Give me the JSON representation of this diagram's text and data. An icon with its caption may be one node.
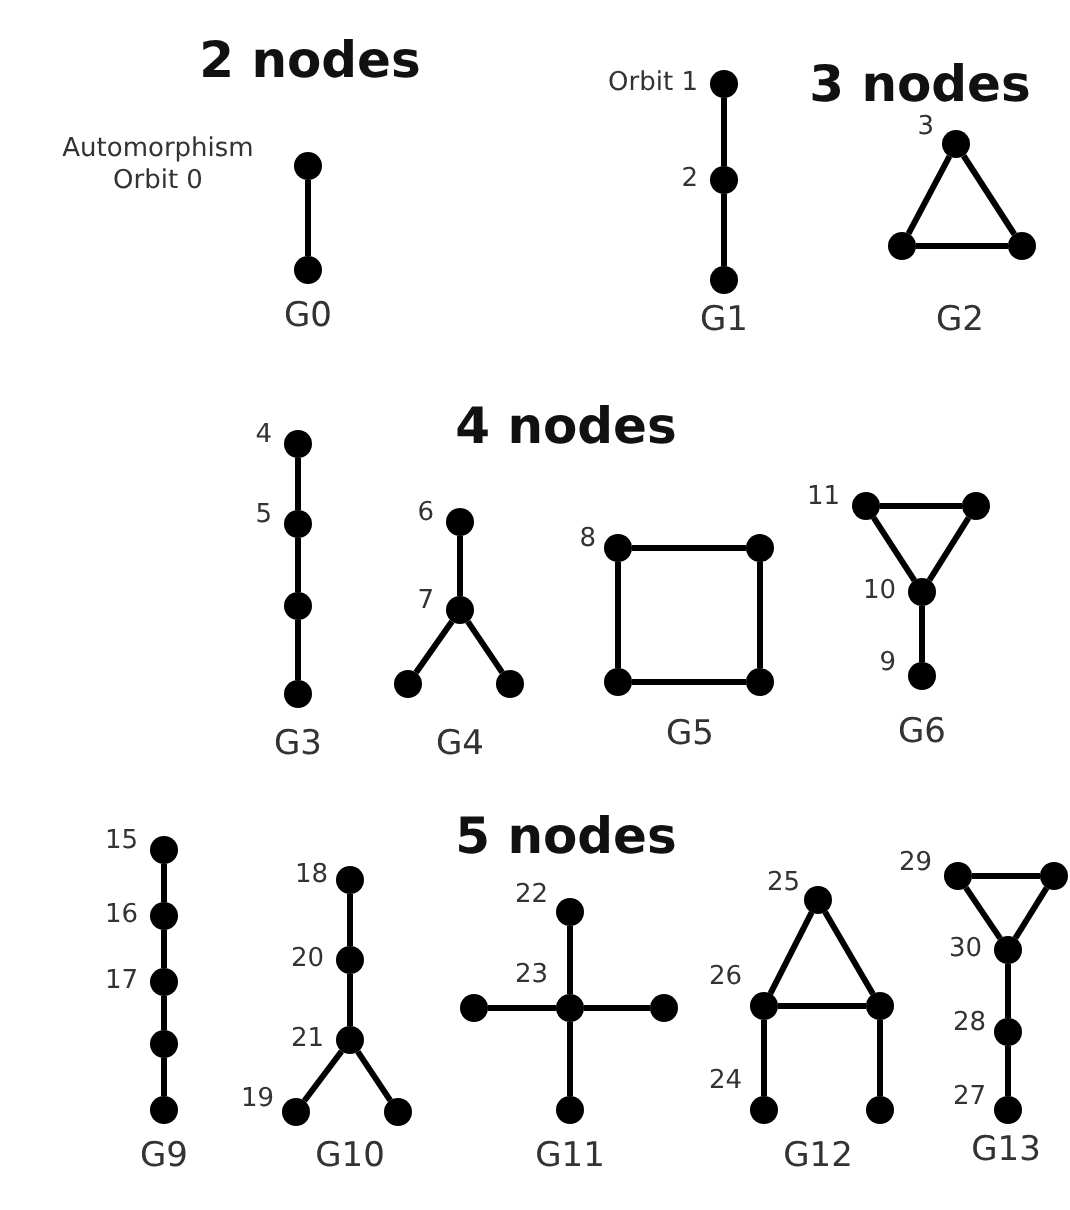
{
  "diagram": {
    "nodes": [
      {
        "text": [],
        "shape": "circle",
        "beside": [
          "Automorphism Orbit 0"
        ]
      },
      {
        "text": [],
        "shape": "circle"
      },
      {
        "text": [],
        "shape": "circle",
        "beside": [
          "Orbit 1"
        ]
      },
      {
        "text": [],
        "shape": "circle",
        "beside": [
          "2"
        ]
      },
      {
        "text": [],
        "shape": "circle"
      },
      {
        "text": [],
        "shape": "circle",
        "beside": [
          "3"
        ]
      },
      {
        "text": [],
        "shape": "circle"
      },
      {
        "text": [],
        "shape": "circle"
      },
      {
        "text": [],
        "shape": "circle",
        "beside": [
          "4"
        ]
      },
      {
        "text": [],
        "shape": "circle",
        "beside": [
          "5"
        ]
      },
      {
        "text": [],
        "shape": "circle"
      },
      {
        "text": [],
        "shape": "circle"
      },
      {
        "text": [],
        "shape": "circle",
        "beside": [
          "6"
        ]
      },
      {
        "text": [],
        "shape": "circle",
        "beside": [
          "7"
        ]
      },
      {
        "text": [],
        "shape": "circle"
      },
      {
        "text": [],
        "shape": "circle"
      },
      {
        "text": [],
        "shape": "circle",
        "beside": [
          "8"
        ]
      },
      {
        "text": [],
        "shape": "circle"
      },
      {
        "text": [],
        "shape": "circle"
      },
      {
        "text": [],
        "shape": "circle"
      },
      {
        "text": [],
        "shape": "circle",
        "beside": [
          "11"
        ]
      },
      {
        "text": [],
        "shape": "circle"
      },
      {
        "text": [],
        "shape": "circle",
        "beside": [
          "10"
        ]
      },
      {
        "text": [],
        "shape": "circle",
        "beside": [
          "9"
        ]
      },
      {
        "text": [],
        "shape": "circle",
        "beside": [
          "15"
        ]
      },
      {
        "text": [],
        "shape": "circle",
        "beside": [
          "16"
        ]
      },
      {
        "text": [],
        "shape": "circle",
        "beside": [
          "17"
        ]
      },
      {
        "text": [],
        "shape": "circle"
      },
      {
        "text": [],
        "shape": "circle"
      },
      {
        "text": [],
        "shape": "circle",
        "beside": [
          "18"
        ]
      },
      {
        "text": [],
        "shape": "circle",
        "beside": [
          "20"
        ]
      },
      {
        "text": [],
        "shape": "circle",
        "beside": [
          "21"
        ]
      },
      {
        "text": [],
        "shape": "circle",
        "beside": [
          "19"
        ]
      },
      {
        "text": [],
        "shape": "circle"
      },
      {
        "text": [],
        "shape": "circle",
        "beside": [
          "22"
        ]
      },
      {
        "text": [],
        "shape": "circle"
      },
      {
        "text": [],
        "shape": "circle",
        "beside": [
          "23"
        ]
      },
      {
        "text": [],
        "shape": "circle"
      },
      {
        "text": [],
        "shape": "circle"
      },
      {
        "text": [],
        "shape": "circle",
        "beside": [
          "25"
        ]
      },
      {
        "text": [],
        "shape": "circle",
        "beside": [
          "26"
        ]
      },
      {
        "text": [],
        "shape": "circle"
      },
      {
        "text": [],
        "shape": "circle",
        "beside": [
          "24"
        ]
      },
      {
        "text": [],
        "shape": "circle"
      },
      {
        "text": [],
        "shape": "circle",
        "beside": [
          "29"
        ]
      },
      {
        "text": [],
        "shape": "circle"
      },
      {
        "text": [],
        "shape": "circle",
        "beside": [
          "30"
        ]
      },
      {
        "text": [],
        "shape": "circle",
        "beside": [
          "28"
        ]
      },
      {
        "text": [],
        "shape": "circle",
        "beside": [
          "27"
        ]
      }
    ],
    "edges": [
      {
        "from": 0,
        "to": 1,
        "arrow": "none"
      },
      {
        "from": 2,
        "to": 3,
        "arrow": "none"
      },
      {
        "from": 3,
        "to": 4,
        "arrow": "none"
      },
      {
        "from": 5,
        "to": 6,
        "arrow": "none"
      },
      {
        "from": 5,
        "to": 7,
        "arrow": "none"
      },
      {
        "from": 6,
        "to": 7,
        "arrow": "none"
      },
      {
        "from": 8,
        "to": 9,
        "arrow": "none"
      },
      {
        "from": 9,
        "to": 10,
        "arrow": "none"
      },
      {
        "from": 10,
        "to": 11,
        "arrow": "none"
      },
      {
        "from": 12,
        "to": 13,
        "arrow": "none"
      },
      {
        "from": 13,
        "to": 14,
        "arrow": "none"
      },
      {
        "from": 13,
        "to": 15,
        "arrow": "none"
      },
      {
        "from": 16,
        "to": 17,
        "arrow": "none"
      },
      {
        "from": 17,
        "to": 19,
        "arrow": "none"
      },
      {
        "from": 19,
        "to": 18,
        "arrow": "none"
      },
      {
        "from": 18,
        "to": 16,
        "arrow": "none"
      },
      {
        "from": 20,
        "to": 21,
        "arrow": "none"
      },
      {
        "from": 20,
        "to": 22,
        "arrow": "none"
      },
      {
        "from": 21,
        "to": 22,
        "arrow": "none"
      },
      {
        "from": 22,
        "to": 23,
        "arrow": "none"
      },
      {
        "from": 24,
        "to": 25,
        "arrow": "none"
      },
      {
        "from": 25,
        "to": 26,
        "arrow": "none"
      },
      {
        "from": 26,
        "to": 27,
        "arrow": "none"
      },
      {
        "from": 27,
        "to": 28,
        "arrow": "none"
      },
      {
        "from": 29,
        "to": 30,
        "arrow": "none"
      },
      {
        "from": 30,
        "to": 31,
        "arrow": "none"
      },
      {
        "from": 31,
        "to": 32,
        "arrow": "none"
      },
      {
        "from": 31,
        "to": 33,
        "arrow": "none"
      },
      {
        "from": 34,
        "to": 36,
        "arrow": "none"
      },
      {
        "from": 35,
        "to": 36,
        "arrow": "none"
      },
      {
        "from": 36,
        "to": 37,
        "arrow": "none"
      },
      {
        "from": 36,
        "to": 38,
        "arrow": "none"
      },
      {
        "from": 39,
        "to": 40,
        "arrow": "none"
      },
      {
        "from": 39,
        "to": 41,
        "arrow": "none"
      },
      {
        "from": 40,
        "to": 41,
        "arrow": "none"
      },
      {
        "from": 40,
        "to": 42,
        "arrow": "none"
      },
      {
        "from": 41,
        "to": 43,
        "arrow": "none"
      },
      {
        "from": 44,
        "to": 45,
        "arrow": "none"
      },
      {
        "from": 44,
        "to": 46,
        "arrow": "none"
      },
      {
        "from": 45,
        "to": 46,
        "arrow": "none"
      },
      {
        "from": 46,
        "to": 47,
        "arrow": "none"
      },
      {
        "from": 47,
        "to": 48,
        "arrow": "none"
      }
    ],
    "labels": [
      "2 nodes",
      "3 nodes",
      "G0",
      "G1",
      "G2",
      "4 nodes",
      "G3",
      "G4",
      "G5",
      "G6",
      "5 nodes",
      "G9",
      "G10",
      "G11",
      "G12",
      "G13"
    ]
  }
}
